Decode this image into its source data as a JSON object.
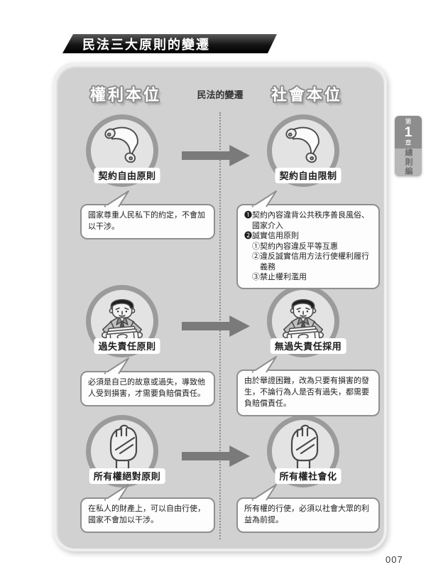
{
  "page": {
    "title": "民法三大原則的變遷",
    "page_number": "007"
  },
  "side_tab": {
    "chapter_prefix": "第",
    "chapter_number": "1",
    "chapter_suffix": "章",
    "section": "總則編"
  },
  "diagram": {
    "columns": {
      "left": "權利本位",
      "center": "民法的變遷",
      "right": "社會本位"
    },
    "rows": [
      {
        "icon": "scroll",
        "left": {
          "label": "契約自由原則",
          "note": "國家尊重人民私下的約定，不會加以干涉。"
        },
        "right": {
          "label": "契約自由限制",
          "note_lines": [
            "❶契約內容違背公共秩序善良風俗、國家介入",
            "❷誠實信用原則",
            "①契約內容違反平等互惠",
            "②違反誠實信用方法行使權利履行義務",
            "③禁止權利濫用"
          ]
        }
      },
      {
        "icon": "businessman-with-money",
        "left": {
          "label": "過失責任原則",
          "note": "必須是自己的故意或過失，導致他人受到損害，才需要負賠償責任。"
        },
        "right": {
          "label": "無過失責任採用",
          "note": "由於舉證困難，改為只要有損害的發生，不論行為人是否有過失，都需要負賠償責任。"
        }
      },
      {
        "icon": "fist",
        "left": {
          "label": "所有權絕對原則",
          "note": "在私人的財產上，可以自由行使，國家不會加以干涉。"
        },
        "right": {
          "label": "所有權社會化",
          "note": "所有權的行使，必須以社會大眾的利益為前提。"
        }
      }
    ]
  }
}
